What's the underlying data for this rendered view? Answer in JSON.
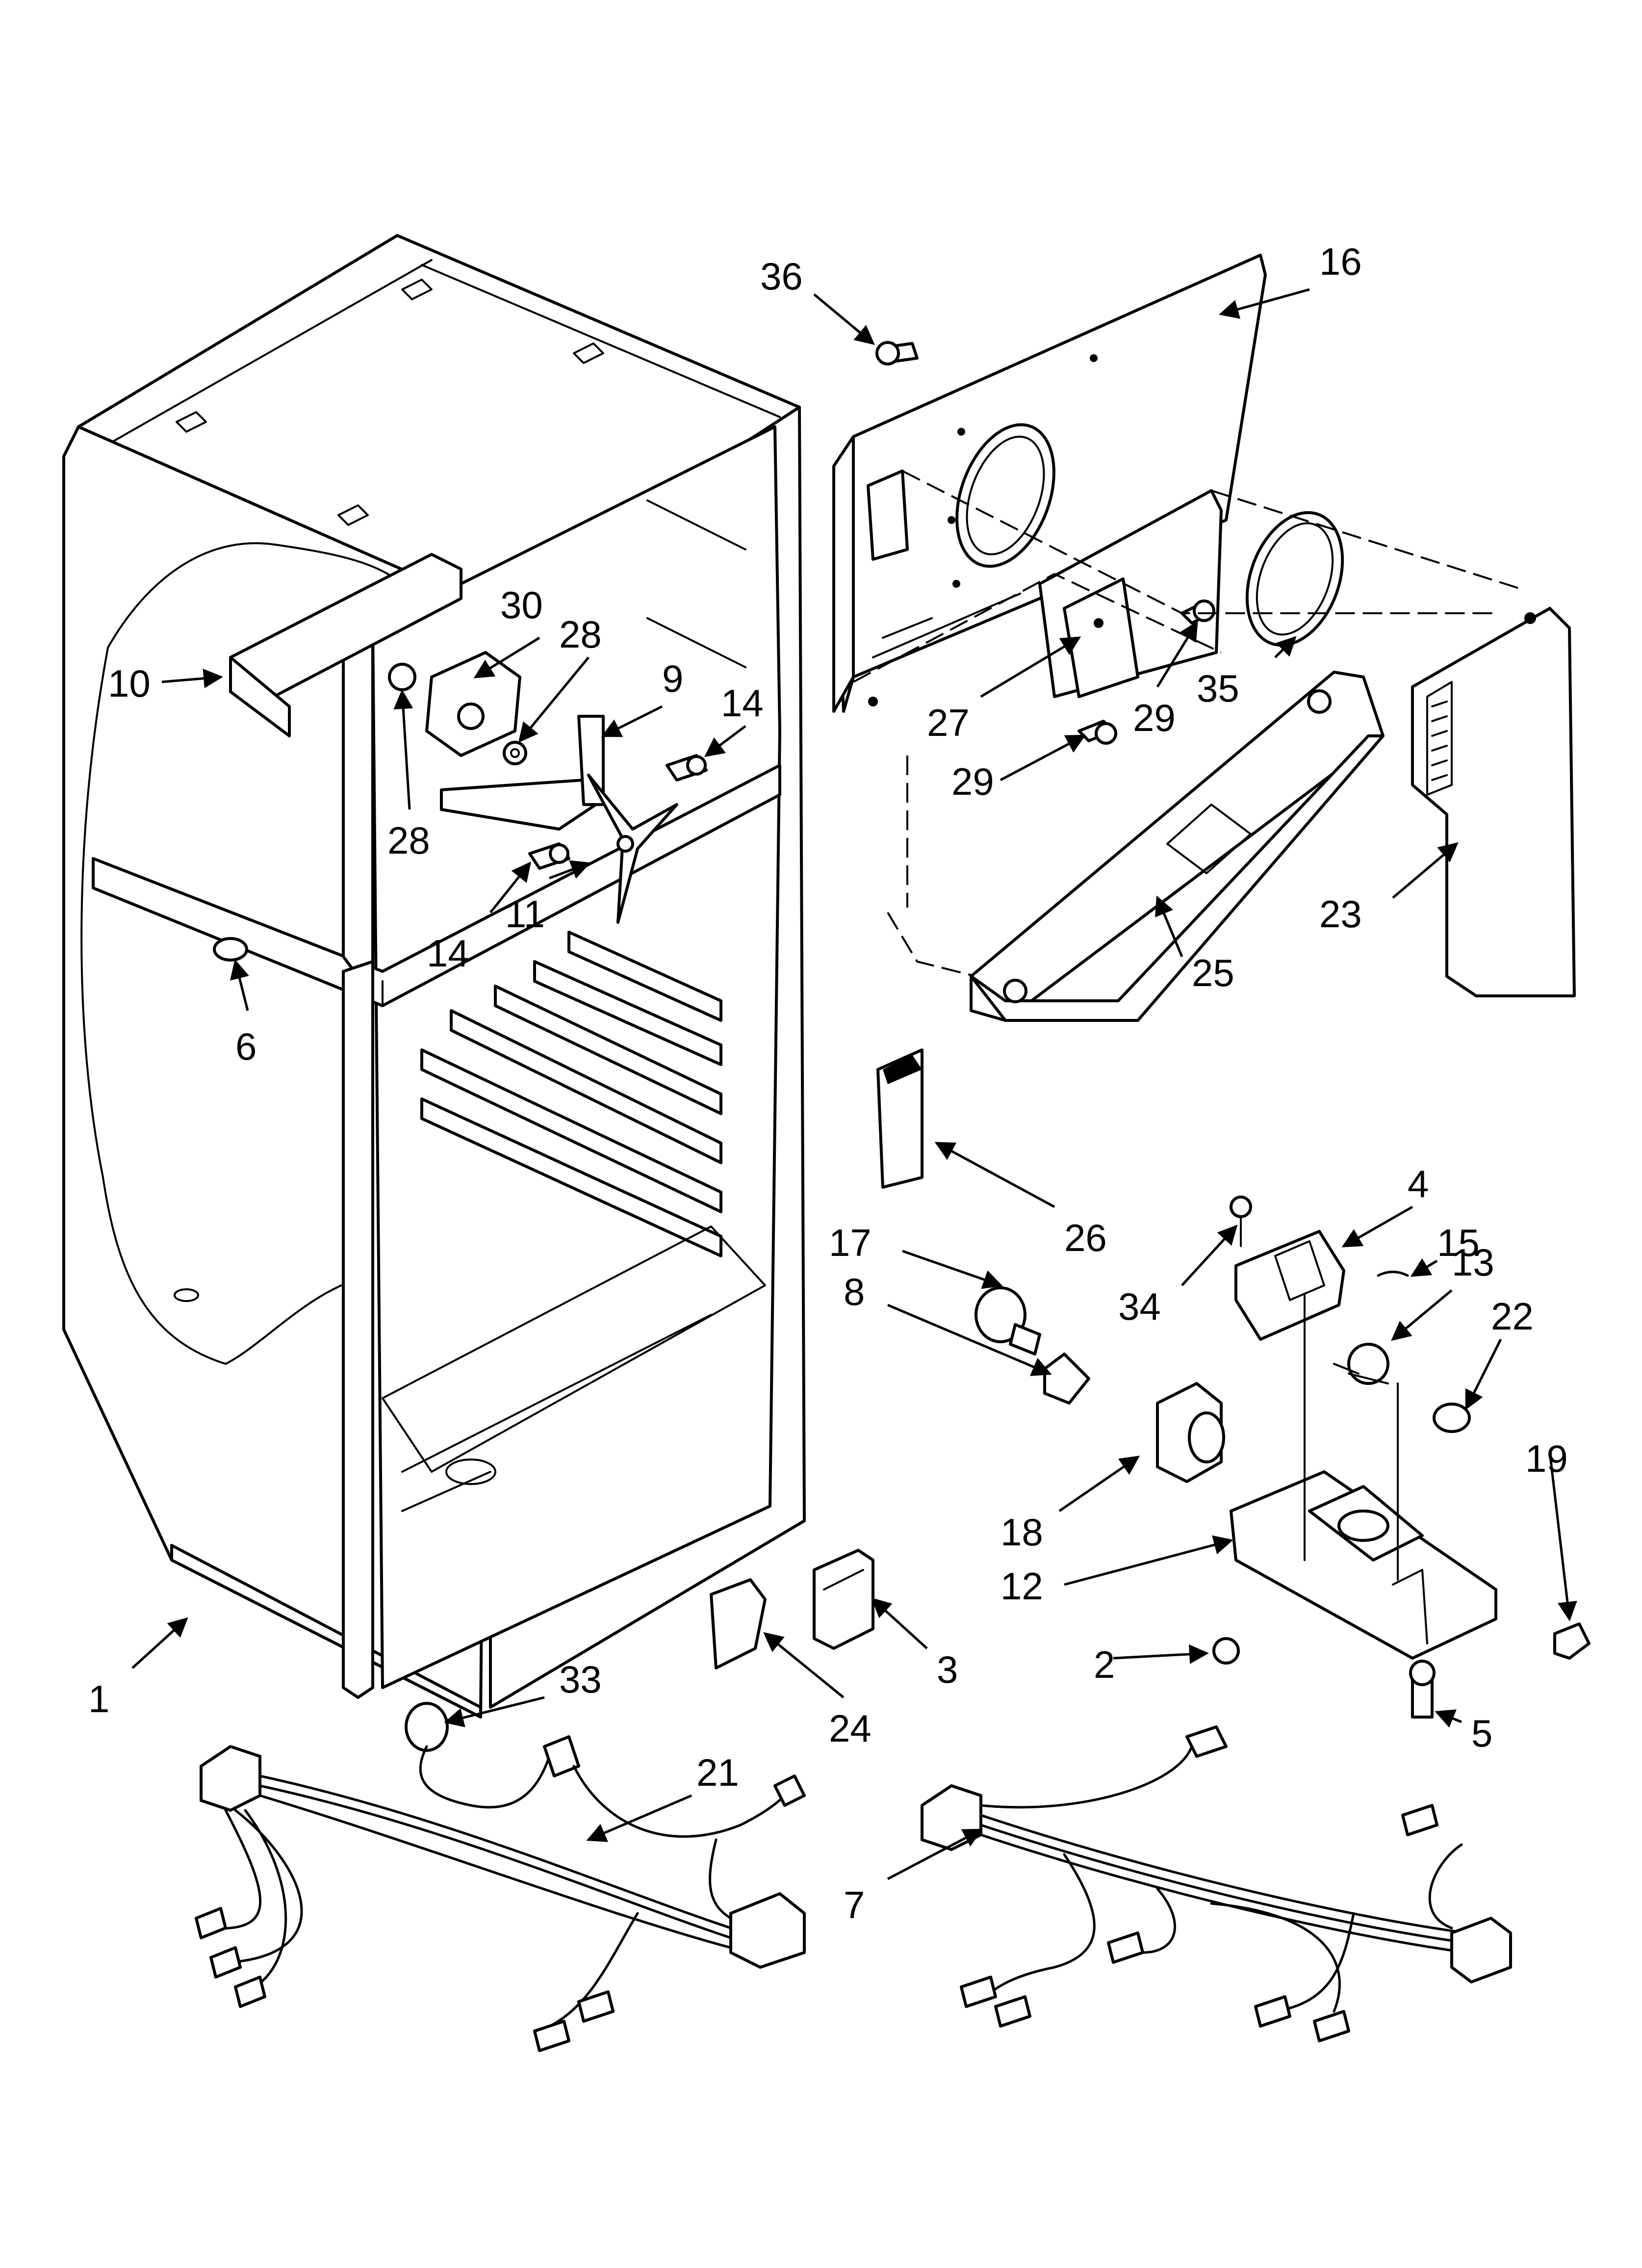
{
  "callouts": [
    "1",
    "2",
    "3",
    "4",
    "5",
    "6",
    "7",
    "8",
    "9",
    "10",
    "11",
    "12",
    "13",
    "14",
    "14",
    "15",
    "16",
    "17",
    "18",
    "19",
    "21",
    "22",
    "23",
    "24",
    "25",
    "26",
    "27",
    "28",
    "28",
    "29",
    "29",
    "30",
    "33",
    "34",
    "35",
    "36"
  ],
  "colors": {
    "ink": "#000000",
    "paper": "#ffffff"
  }
}
